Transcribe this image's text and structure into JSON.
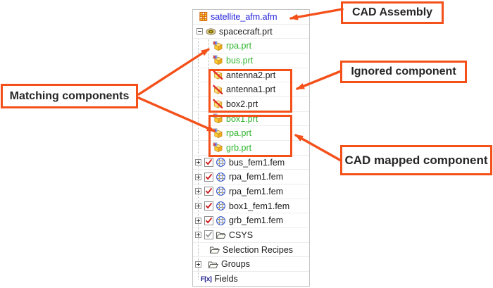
{
  "colors": {
    "accent_orange": "#f4501a",
    "matched_green": "#2fb52f",
    "assembly_blue": "#2323dc",
    "ignored_slash_red": "#e22929"
  },
  "tree": {
    "items": [
      {
        "label": "satellite_afm.afm",
        "color": "blue",
        "icon": "afm-assembly-icon"
      },
      {
        "label": "spacecraft.prt",
        "color": "black",
        "icon": "assembly-icon",
        "expander": "minus"
      },
      {
        "label": "rpa.prt",
        "color": "green",
        "icon": "part-mapped-icon"
      },
      {
        "label": "bus.prt",
        "color": "green",
        "icon": "part-mapped-icon"
      },
      {
        "label": "antenna2.prt",
        "color": "black",
        "icon": "part-ignored-icon"
      },
      {
        "label": "antenna1.prt",
        "color": "black",
        "icon": "part-ignored-icon"
      },
      {
        "label": "box2.prt",
        "color": "black",
        "icon": "part-ignored-icon"
      },
      {
        "label": "box1.prt",
        "color": "green",
        "icon": "part-mapped-icon"
      },
      {
        "label": "rpa.prt",
        "color": "green",
        "icon": "part-mapped-icon"
      },
      {
        "label": "grb.prt",
        "color": "green",
        "icon": "part-mapped-icon"
      },
      {
        "label": "bus_fem1.fem",
        "icon": "fem-mesh-icon",
        "expander": "plus",
        "checkbox": "red-check"
      },
      {
        "label": "rpa_fem1.fem",
        "icon": "fem-mesh-icon",
        "expander": "plus",
        "checkbox": "red-check"
      },
      {
        "label": "rpa_fem1.fem",
        "icon": "fem-mesh-icon",
        "expander": "plus",
        "checkbox": "red-check"
      },
      {
        "label": "box1_fem1.fem",
        "icon": "fem-mesh-icon",
        "expander": "plus",
        "checkbox": "red-check"
      },
      {
        "label": "grb_fem1.fem",
        "icon": "fem-mesh-icon",
        "expander": "plus",
        "checkbox": "red-check"
      },
      {
        "label": "CSYS",
        "icon": "folder-icon",
        "expander": "plus",
        "checkbox": "gray-check"
      },
      {
        "label": "Selection Recipes",
        "icon": "folder-icon"
      },
      {
        "label": "Groups",
        "icon": "folder-icon",
        "expander": "plus"
      },
      {
        "label": "Fields",
        "icon": "fields-fx-icon",
        "fx_glyph": "F[x]"
      }
    ]
  },
  "annotations": {
    "cad_assembly": {
      "label": "CAD Assembly"
    },
    "ignored": {
      "label": "Ignored component"
    },
    "matching": {
      "label": "Matching components"
    },
    "cad_mapped": {
      "label": "CAD mapped component"
    }
  }
}
